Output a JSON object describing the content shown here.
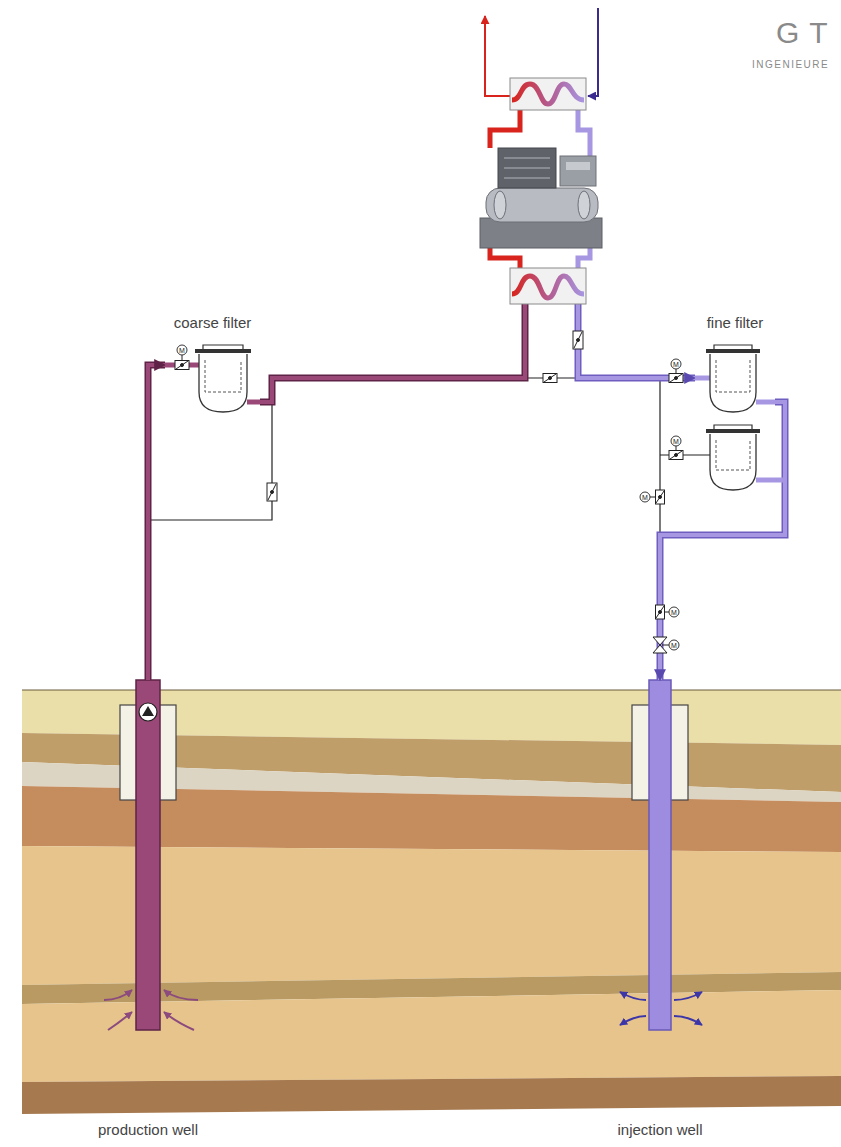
{
  "diagram": {
    "nodes": [
      {
        "text": [
          "coarse filter"
        ]
      },
      {
        "text": [
          "fine filter"
        ]
      },
      {
        "text": [
          "production well"
        ]
      },
      {
        "text": [
          "injection well"
        ]
      }
    ],
    "edges": [
      {
        "from": 2,
        "to": 0,
        "arrow": "to"
      },
      {
        "from": 0,
        "to": 1,
        "arrow": "to"
      },
      {
        "from": 1,
        "to": 3,
        "arrow": "to"
      }
    ],
    "labels": [
      "GT",
      "INGENIEURE",
      "M",
      "M",
      "M",
      "M",
      "M",
      "M"
    ]
  }
}
